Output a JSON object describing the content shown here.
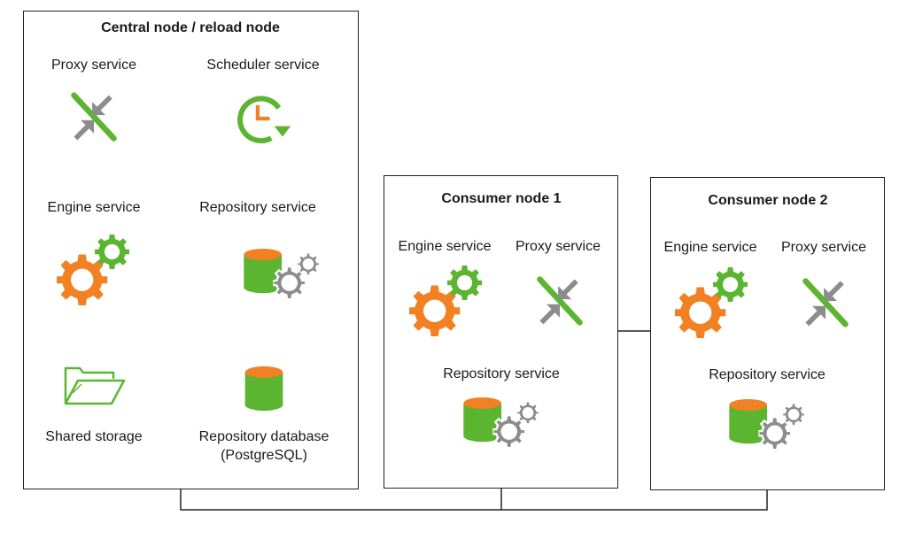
{
  "central": {
    "title": "Central node / reload node",
    "proxy": "Proxy service",
    "scheduler": "Scheduler service",
    "engine": "Engine service",
    "repository": "Repository service",
    "storage": "Shared storage",
    "database_line1": "Repository database",
    "database_line2": "(PostgreSQL)"
  },
  "consumer1": {
    "title": "Consumer node 1",
    "engine": "Engine service",
    "proxy": "Proxy service",
    "repository": "Repository service"
  },
  "consumer2": {
    "title": "Consumer node 2",
    "engine": "Engine service",
    "proxy": "Proxy service",
    "repository": "Repository service"
  },
  "colors": {
    "green": "#5cb531",
    "orange": "#f28123",
    "gray": "#8c8c8c",
    "border": "#222222"
  },
  "icons": [
    "proxy-arrows-icon",
    "scheduler-clock-icon",
    "engine-gears-icon",
    "repository-db-gears-icon",
    "shared-storage-folder-icon",
    "database-icon"
  ]
}
